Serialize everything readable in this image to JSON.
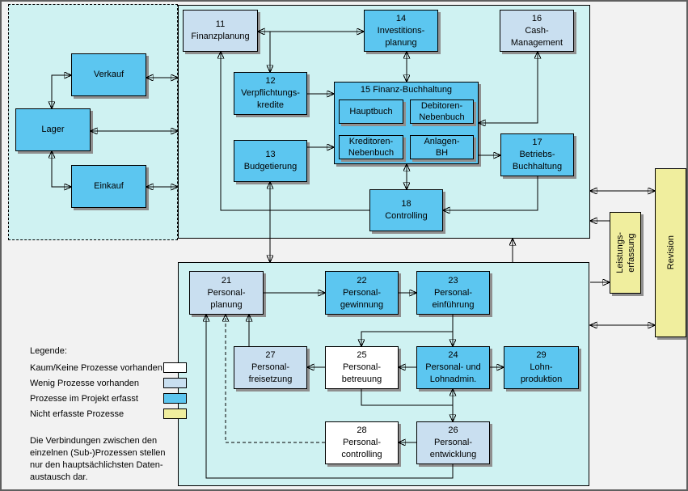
{
  "palette": {
    "process_recorded_blue": "#5CC6F0",
    "process_few_light_blue": "#C9DFF0",
    "process_none_white": "#FFFFFF",
    "process_not_recorded_yellow": "#F0EE9E",
    "region_background": "#CFF2F2",
    "page_background": "#F2F2F2"
  },
  "boxes": {
    "verkauf": {
      "label": "Verkauf"
    },
    "lager": {
      "label": "Lager"
    },
    "einkauf": {
      "label": "Einkauf"
    },
    "b11": {
      "label": "11\nFinanzplanung"
    },
    "b12": {
      "label": "12\nVerpflichtungs-\nkredite"
    },
    "b13": {
      "label": "13\nBudgetierung"
    },
    "b14": {
      "label": "14\nInvestitions-\nplanung"
    },
    "b15": {
      "title": "15 Finanz-Buchhaltung",
      "hauptbuch": "Hauptbuch",
      "debitoren": "Debitoren-\nNebenbuch",
      "kreditoren": "Kreditoren-\nNebenbuch",
      "anlagen": "Anlagen-\nBH"
    },
    "b16": {
      "label": "16\nCash-Management"
    },
    "b17": {
      "label": "17\nBetriebs-\nBuchhaltung"
    },
    "b18": {
      "label": "18\nControlling"
    },
    "b21": {
      "label": "21\nPersonal-\nplanung"
    },
    "b22": {
      "label": "22\nPersonal-\ngewinnung"
    },
    "b23": {
      "label": "23\nPersonal-\neinführung"
    },
    "b24": {
      "label": "24\nPersonal- und\nLohnadmin."
    },
    "b25": {
      "label": "25\nPersonal-\nbetreuung"
    },
    "b26": {
      "label": "26\nPersonal-\nentwicklung"
    },
    "b27": {
      "label": "27\nPersonal-\nfreisetzung"
    },
    "b28": {
      "label": "28\nPersonal-\ncontrolling"
    },
    "b29": {
      "label": "29\nLohn-\nproduktion"
    },
    "leistungserfassung": {
      "label": "Leistungs-\nerfassung"
    },
    "revision": {
      "label": "Revision"
    }
  },
  "legend": {
    "title": "Legende:",
    "items": [
      {
        "label": "Kaum/Keine Prozesse vorhanden",
        "color": "#FFFFFF"
      },
      {
        "label": "Wenig Prozesse vorhanden",
        "color": "#C9DFF0"
      },
      {
        "label": "Prozesse im Projekt erfasst",
        "color": "#5CC6F0"
      },
      {
        "label": "Nicht erfasste Prozesse",
        "color": "#F0EE9E"
      }
    ],
    "note": "Die Verbindungen zwischen den\neinzelnen (Sub-)Prozessen stellen\nnur den hauptsächlichsten Daten-\naustausch dar."
  }
}
